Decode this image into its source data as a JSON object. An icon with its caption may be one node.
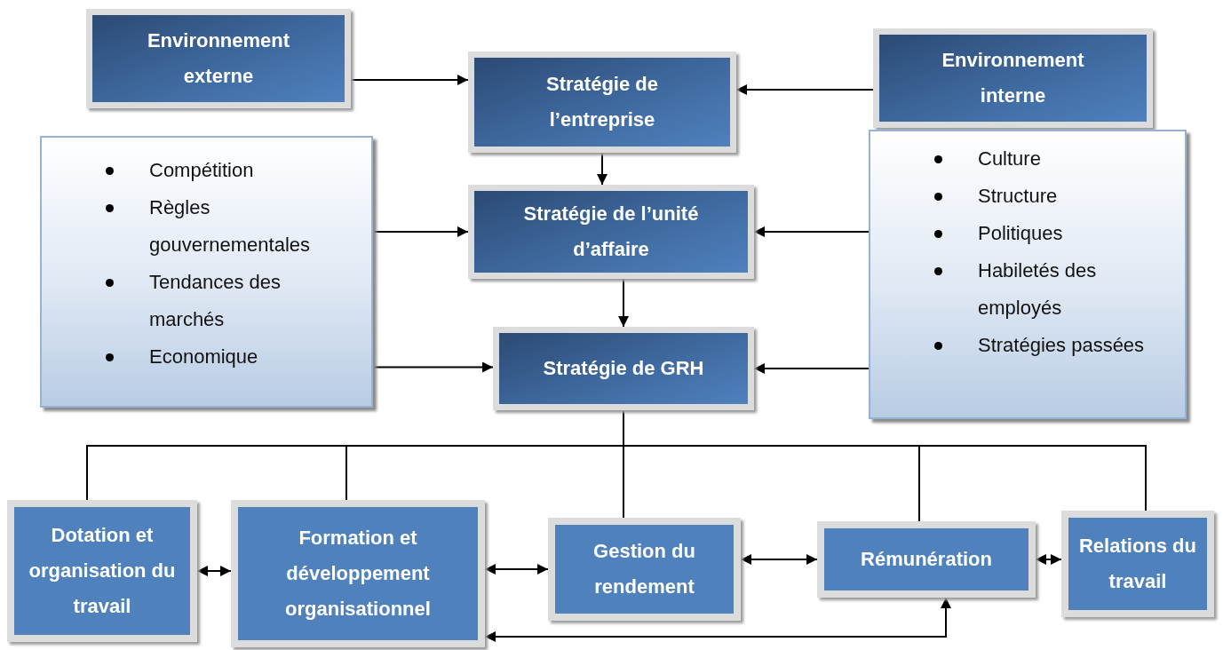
{
  "diagram": {
    "nodes": [
      {
        "text": [
          "Environnement externe"
        ]
      },
      {
        "text": [
          "Stratégie de l’entreprise"
        ]
      },
      {
        "text": [
          "Environnement interne"
        ]
      },
      {
        "text": [
          "Stratégie de l’unité d’affaire"
        ]
      },
      {
        "text": [
          "Stratégie de GRH"
        ]
      },
      {
        "text": [
          "Compétition",
          "Règles gouvernementales",
          "Tendances des marchés",
          "Economique"
        ]
      },
      {
        "text": [
          "Culture",
          "Structure",
          "Politiques",
          "Habiletés des employés",
          "Stratégies passées"
        ]
      },
      {
        "text": [
          "Dotation et organisation du travail"
        ]
      },
      {
        "text": [
          "Formation et développement organisationnel"
        ]
      },
      {
        "text": [
          "Gestion du rendement"
        ]
      },
      {
        "text": [
          "Rémunération"
        ]
      },
      {
        "text": [
          "Relations du travail"
        ]
      }
    ],
    "edges": [
      {
        "from": 0,
        "to": 1,
        "arrow": "to"
      },
      {
        "from": 2,
        "to": 1,
        "arrow": "to"
      },
      {
        "from": 1,
        "to": 3,
        "arrow": "to"
      },
      {
        "from": 5,
        "to": 3,
        "arrow": "to"
      },
      {
        "from": 6,
        "to": 3,
        "arrow": "to"
      },
      {
        "from": 3,
        "to": 4,
        "arrow": "to"
      },
      {
        "from": 5,
        "to": 4,
        "arrow": "to"
      },
      {
        "from": 6,
        "to": 4,
        "arrow": "to"
      },
      {
        "from": 4,
        "to": 7,
        "arrow": "none"
      },
      {
        "from": 4,
        "to": 8,
        "arrow": "none"
      },
      {
        "from": 4,
        "to": 9,
        "arrow": "none"
      },
      {
        "from": 4,
        "to": 10,
        "arrow": "none"
      },
      {
        "from": 4,
        "to": 11,
        "arrow": "none"
      },
      {
        "from": 7,
        "to": 8,
        "arrow": "both"
      },
      {
        "from": 8,
        "to": 9,
        "arrow": "both"
      },
      {
        "from": 9,
        "to": 10,
        "arrow": "both"
      },
      {
        "from": 10,
        "to": 11,
        "arrow": "both"
      },
      {
        "from": 10,
        "to": 8,
        "arrow": "both"
      }
    ]
  }
}
